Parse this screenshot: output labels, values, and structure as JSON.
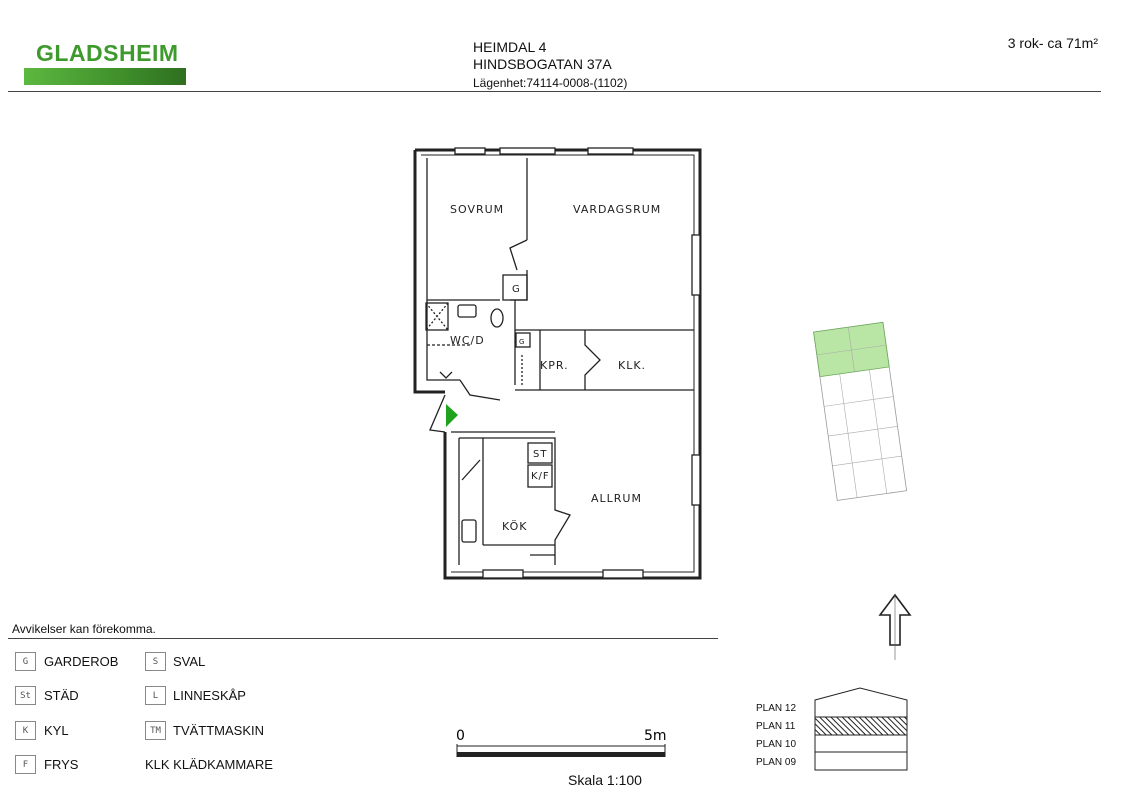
{
  "brand": {
    "name": "GLADSHEIM"
  },
  "header": {
    "property": "HEIMDAL 4",
    "address": "HINDSBOGATAN 37A",
    "apartment": "Lägenhet:74114-0008-(1102)",
    "size": "3 rok- ca 71m²"
  },
  "rooms": {
    "sovrum": "SOVRUM",
    "vardagsrum": "VARDAGSRUM",
    "wc": "WC/D",
    "kpr": "KPR.",
    "klk": "KLK.",
    "allrum": "ALLRUM",
    "kok": "KÖK",
    "g1": "G",
    "g2": "G",
    "st": "ST",
    "kf": "K/F"
  },
  "note": "Avvikelser kan förekomma.",
  "legend": [
    {
      "code": "G",
      "label": "GARDEROB"
    },
    {
      "code": "St",
      "label": "STÄD"
    },
    {
      "code": "K",
      "label": "KYL"
    },
    {
      "code": "F",
      "label": "FRYS"
    },
    {
      "code": "S",
      "label": "SVAL"
    },
    {
      "code": "L",
      "label": "LINNESKÅP"
    },
    {
      "code": "TM",
      "label": "TVÄTTMASKIN"
    },
    {
      "code": "",
      "label": "KLK KLÄDKAMMARE"
    }
  ],
  "scale": {
    "start": "0",
    "end": "5m",
    "label": "Skala 1:100"
  },
  "floors": {
    "plan12": "PLAN 12",
    "plan11": "PLAN 11",
    "plan10": "PLAN 10",
    "plan09": "PLAN 09"
  },
  "colors": {
    "brand": "#3f9a2e",
    "highlight": "#b9e6a4",
    "entrance": "#1fa31f"
  }
}
